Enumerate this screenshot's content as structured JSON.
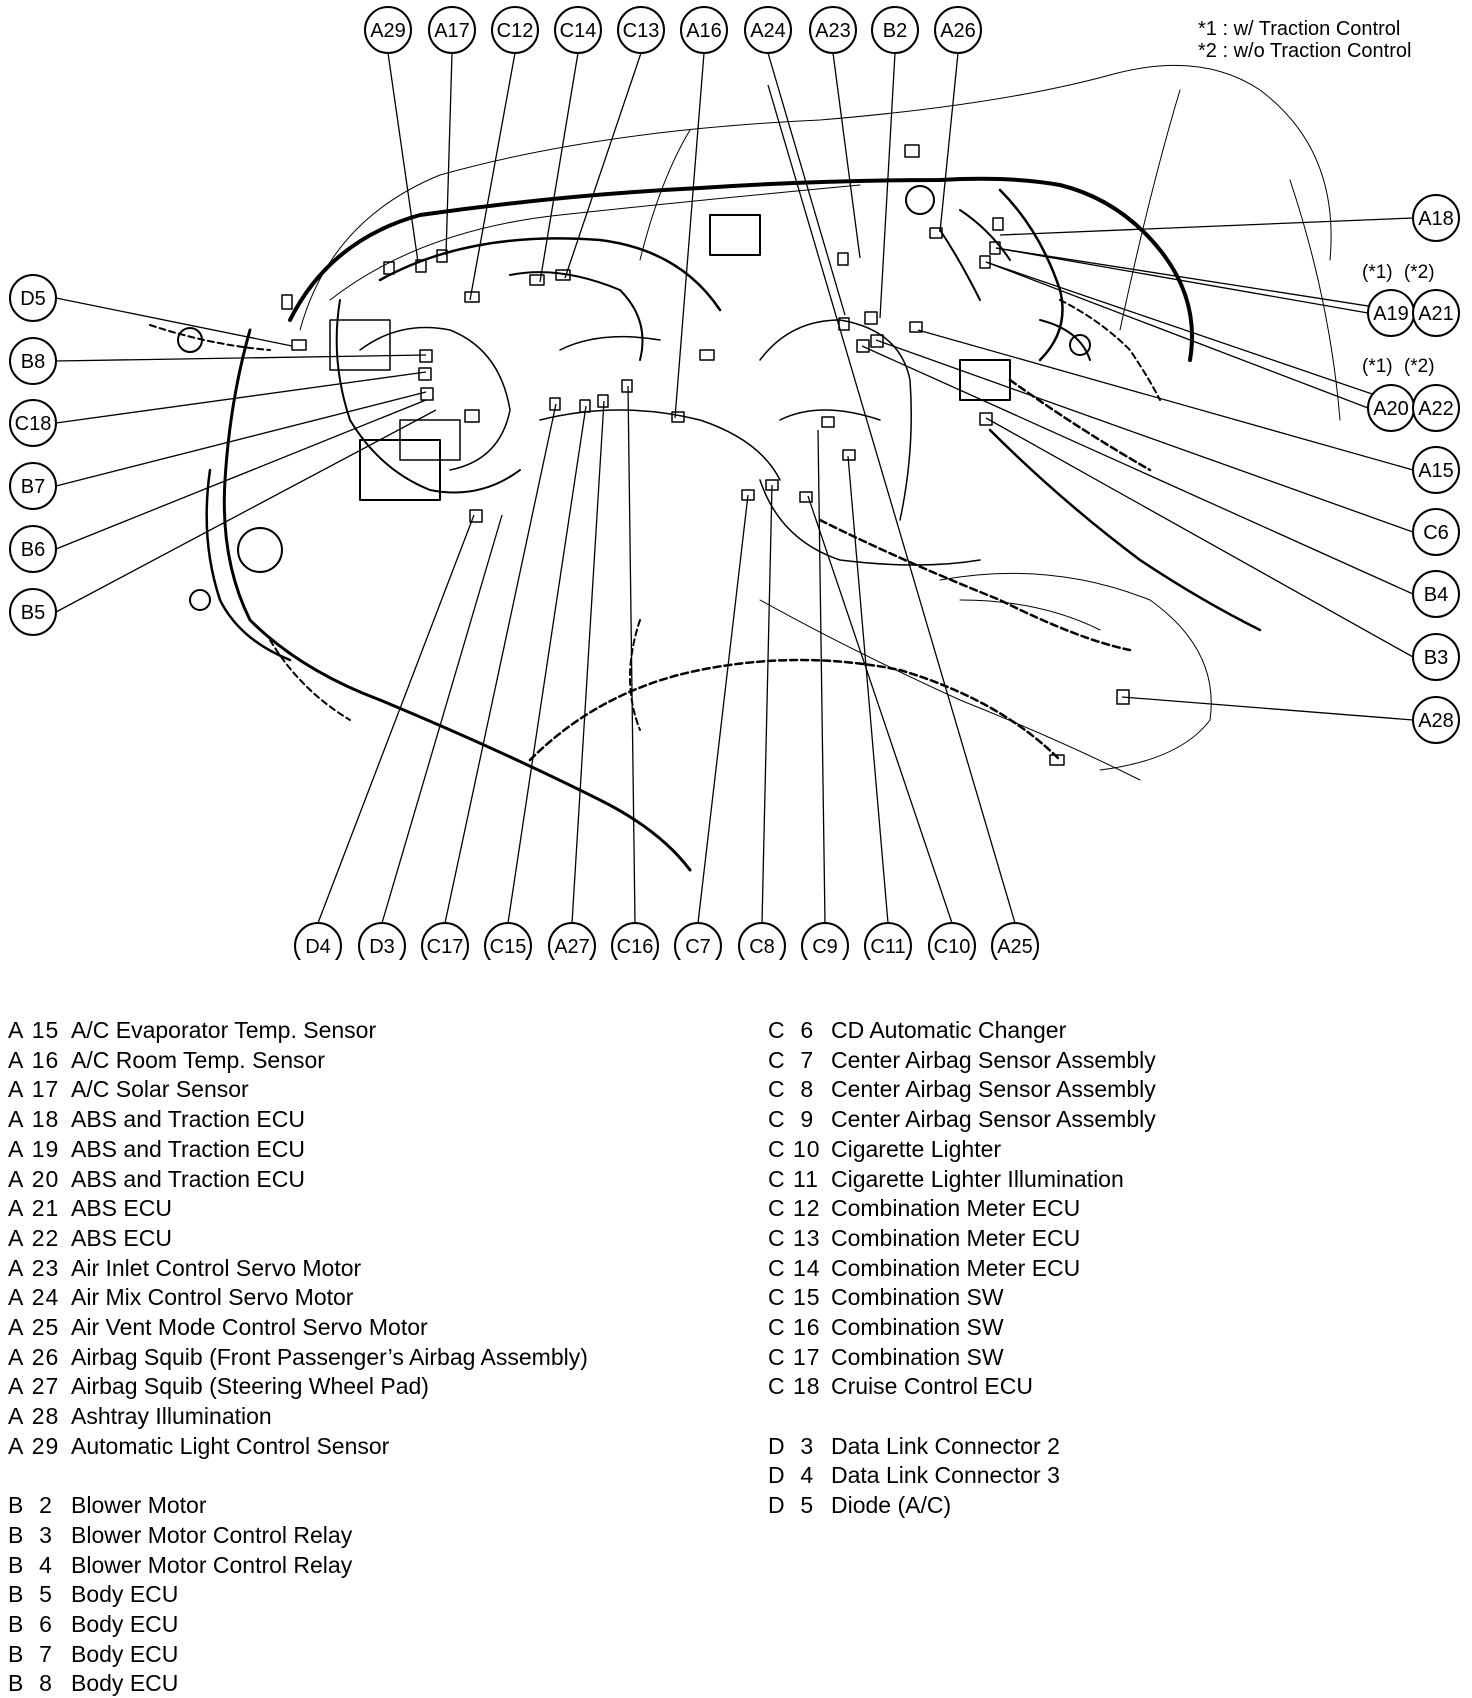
{
  "notes": [
    "*1 : w/ Traction Control",
    "*2 : w/o Traction Control"
  ],
  "sub_notes": {
    "a19_a21": [
      "(*1)",
      "(*2)"
    ],
    "a20_a22": [
      "(*1)",
      "(*2)"
    ]
  },
  "callouts": {
    "top": [
      "A29",
      "A17",
      "C12",
      "C14",
      "C13",
      "A16",
      "A24",
      "A23",
      "B2",
      "A26"
    ],
    "left": [
      "D5",
      "B8",
      "C18",
      "B7",
      "B6",
      "B5"
    ],
    "right": [
      "A18",
      "A19",
      "A21",
      "A20",
      "A22",
      "A15",
      "C6",
      "B4",
      "B3",
      "A28"
    ],
    "bottom": [
      "D4",
      "D3",
      "C17",
      "C15",
      "A27",
      "C16",
      "C7",
      "C8",
      "C9",
      "C11",
      "C10",
      "A25"
    ]
  },
  "legend_left": [
    {
      "code": "A 15",
      "name": "A/C Evaporator Temp. Sensor"
    },
    {
      "code": "A 16",
      "name": "A/C Room Temp. Sensor"
    },
    {
      "code": "A 17",
      "name": "A/C Solar Sensor"
    },
    {
      "code": "A 18",
      "name": "ABS and Traction ECU"
    },
    {
      "code": "A 19",
      "name": "ABS and Traction ECU"
    },
    {
      "code": "A 20",
      "name": "ABS and Traction ECU"
    },
    {
      "code": "A 21",
      "name": "ABS ECU"
    },
    {
      "code": "A 22",
      "name": "ABS ECU"
    },
    {
      "code": "A 23",
      "name": "Air Inlet Control Servo Motor"
    },
    {
      "code": "A 24",
      "name": "Air Mix Control Servo Motor"
    },
    {
      "code": "A 25",
      "name": "Air Vent Mode Control Servo Motor"
    },
    {
      "code": "A 26",
      "name": "Airbag Squib (Front Passenger’s Airbag Assembly)"
    },
    {
      "code": "A 27",
      "name": "Airbag Squib (Steering Wheel Pad)"
    },
    {
      "code": "A 28",
      "name": "Ashtray Illumination"
    },
    {
      "code": "A 29",
      "name": "Automatic Light Control Sensor"
    },
    {
      "code": "B  2",
      "name": "Blower Motor"
    },
    {
      "code": "B  3",
      "name": "Blower Motor Control Relay"
    },
    {
      "code": "B  4",
      "name": "Blower Motor Control Relay"
    },
    {
      "code": "B  5",
      "name": "Body ECU"
    },
    {
      "code": "B  6",
      "name": "Body ECU"
    },
    {
      "code": "B  7",
      "name": "Body ECU"
    },
    {
      "code": "B  8",
      "name": "Body ECU"
    }
  ],
  "legend_right": [
    {
      "code": "C  6",
      "name": "CD Automatic Changer"
    },
    {
      "code": "C  7",
      "name": "Center Airbag Sensor Assembly"
    },
    {
      "code": "C  8",
      "name": "Center Airbag Sensor Assembly"
    },
    {
      "code": "C  9",
      "name": "Center Airbag Sensor Assembly"
    },
    {
      "code": "C 10",
      "name": "Cigarette Lighter"
    },
    {
      "code": "C 11",
      "name": "Cigarette Lighter Illumination"
    },
    {
      "code": "C 12",
      "name": "Combination Meter ECU"
    },
    {
      "code": "C 13",
      "name": "Combination Meter ECU"
    },
    {
      "code": "C 14",
      "name": "Combination Meter ECU"
    },
    {
      "code": "C 15",
      "name": "Combination SW"
    },
    {
      "code": "C 16",
      "name": "Combination SW"
    },
    {
      "code": "C 17",
      "name": "Combination SW"
    },
    {
      "code": "C 18",
      "name": "Cruise Control ECU"
    },
    {
      "code": "D  3",
      "name": "Data Link Connector 2"
    },
    {
      "code": "D  4",
      "name": "Data Link Connector 3"
    },
    {
      "code": "D  5",
      "name": "Diode (A/C)"
    }
  ]
}
